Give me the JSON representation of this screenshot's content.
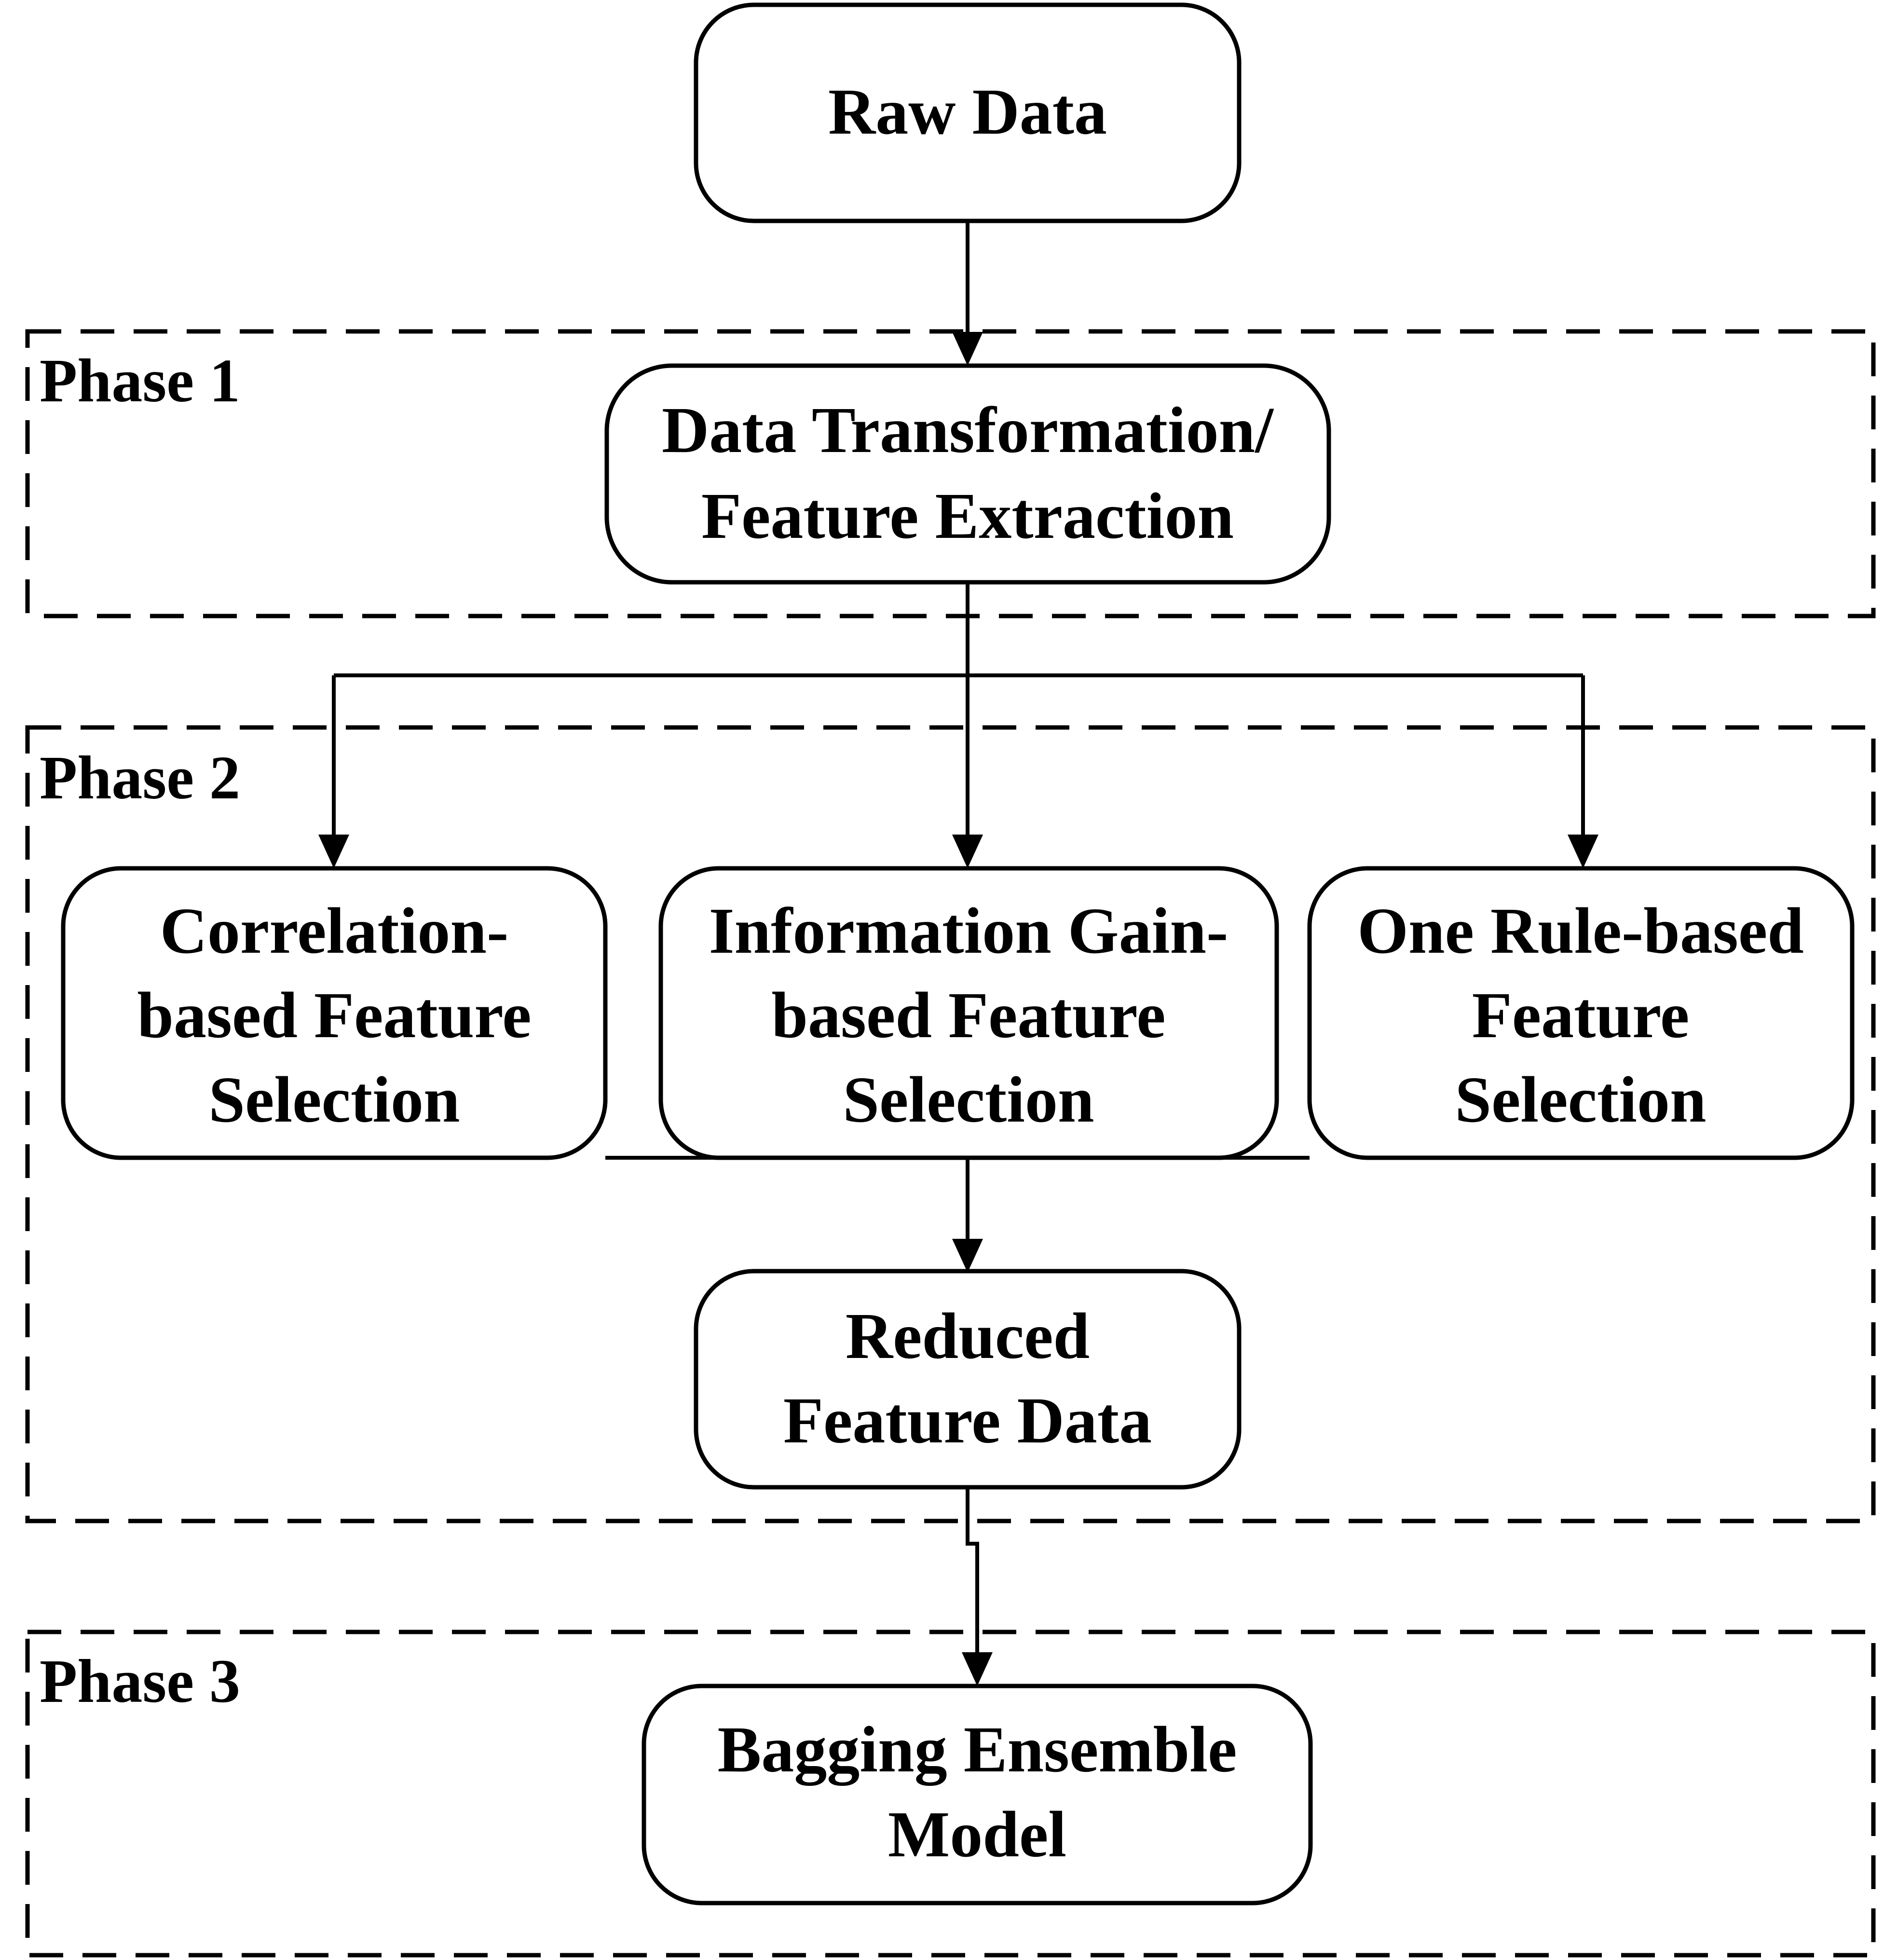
{
  "phases": [
    {
      "id": "phase-1",
      "label": "Phase 1"
    },
    {
      "id": "phase-2",
      "label": "Phase 2"
    },
    {
      "id": "phase-3",
      "label": "Phase 3"
    }
  ],
  "nodes": {
    "raw_data": {
      "lines": [
        "Raw Data"
      ]
    },
    "transformation": {
      "lines": [
        "Data Transformation/",
        "Feature Extraction"
      ]
    },
    "correlation": {
      "lines": [
        "Correlation-",
        "based Feature",
        "Selection"
      ]
    },
    "info_gain": {
      "lines": [
        "Information Gain-",
        "based Feature",
        "Selection"
      ]
    },
    "one_rule": {
      "lines": [
        "One Rule-based",
        "Feature",
        "Selection"
      ]
    },
    "reduced": {
      "lines": [
        "Reduced",
        "Feature Data"
      ]
    },
    "bagging": {
      "lines": [
        "Bagging Ensemble",
        "Model"
      ]
    }
  },
  "edges": [
    {
      "from": "raw_data",
      "to": "transformation"
    },
    {
      "from": "transformation",
      "to": "correlation"
    },
    {
      "from": "transformation",
      "to": "info_gain"
    },
    {
      "from": "transformation",
      "to": "one_rule"
    },
    {
      "from": "correlation",
      "to": "reduced"
    },
    {
      "from": "info_gain",
      "to": "reduced"
    },
    {
      "from": "one_rule",
      "to": "reduced"
    },
    {
      "from": "reduced",
      "to": "bagging"
    }
  ]
}
